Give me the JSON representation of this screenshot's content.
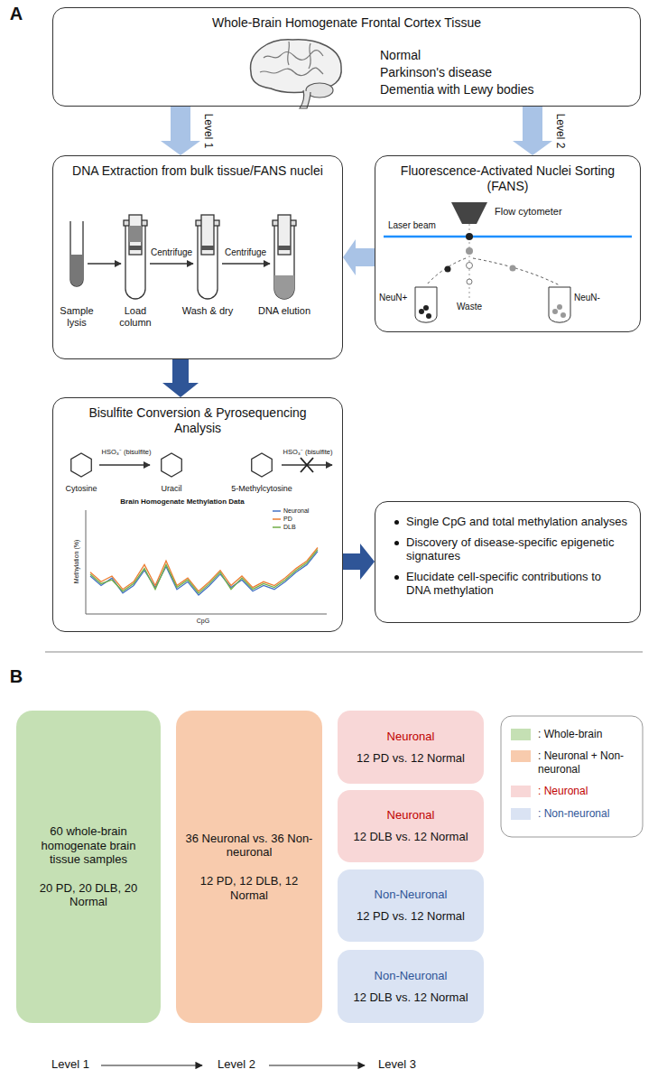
{
  "diagram": {
    "nodes": [
      {
        "text": [
          "Whole-Brain Homogenate Frontal Cortex Tissue",
          "Normal",
          "Parkinson's disease",
          "Dementia with Lewy bodies"
        ]
      },
      {
        "text": [
          "DNA Extraction from bulk tissue/FANS nuclei"
        ]
      },
      {
        "text": [
          "Fluorescence-Activated Nuclei Sorting (FANS)"
        ]
      },
      {
        "text": [
          "Bisulfite Conversion & Pyrosequencing Analysis"
        ]
      },
      {
        "text": [
          "Single CpG and total methylation analyses",
          "Discovery of disease-specific epigenetic signatures",
          "Elucidate cell-specific contributions to DNA methylation"
        ]
      },
      {
        "text": [
          "60 whole-brain homogenate brain tissue samples",
          "20 PD, 20 DLB, 20 Normal"
        ]
      },
      {
        "text": [
          "36 Neuronal vs. 36 Non-neuronal",
          "12 PD, 12 DLB, 12 Normal"
        ]
      },
      {
        "text": [
          "Neuronal",
          "12 PD vs. 12 Normal"
        ]
      },
      {
        "text": [
          "Neuronal",
          "12 DLB vs. 12 Normal"
        ]
      },
      {
        "text": [
          "Non-Neuronal",
          "12 PD vs. 12 Normal"
        ]
      },
      {
        "text": [
          "Non-Neuronal",
          "12 DLB vs. 12 Normal"
        ]
      }
    ],
    "edges": [
      {
        "from": 0,
        "to": 1,
        "label": "Level 1",
        "arrow": "to"
      },
      {
        "from": 0,
        "to": 2,
        "label": "Level 2",
        "arrow": "to"
      },
      {
        "from": 2,
        "to": 1,
        "arrow": "to"
      },
      {
        "from": 1,
        "to": 3,
        "arrow": "to"
      },
      {
        "from": 3,
        "to": 4,
        "arrow": "to"
      }
    ],
    "labels": [
      "A",
      "Sample lysis",
      "Centrifuge",
      "Load column",
      "Centrifuge",
      "Wash & dry",
      "DNA elution",
      "Flow cytometer",
      "Laser beam",
      "NeuN+",
      "Waste",
      "NeuN-",
      "HSO₃⁻ (bisulfite)",
      "HSO₃⁻ (bisulfite)",
      "Cytosine",
      "Uracil",
      "5-Methylcytosine",
      "Brain Homogenate Methylation Data",
      "Neuronal",
      "PD",
      "DLB",
      "CpG",
      "Methylation (%)",
      "B",
      "Level 1",
      "Level 2",
      "Level 3"
    ],
    "legend": [
      {
        "text": ": Whole-brain",
        "color": "#c5e0b4"
      },
      {
        "text": ": Neuronal + Non-neuronal",
        "color": "#f8cbad"
      },
      {
        "text": ": Neuronal",
        "color": "#f8d7d7"
      },
      {
        "text": ": Non-neuronal",
        "color": "#dae3f3"
      }
    ]
  }
}
